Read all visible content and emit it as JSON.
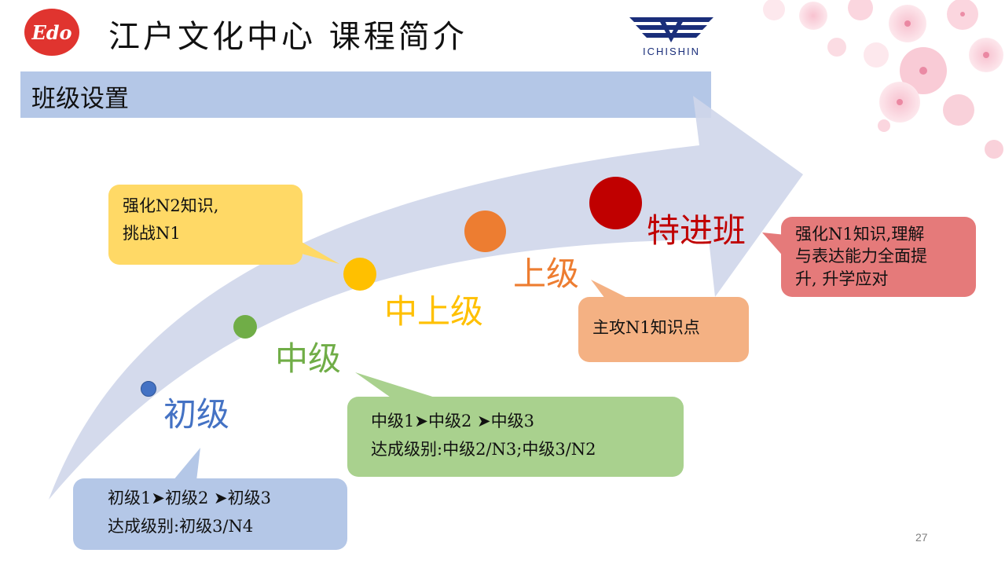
{
  "header": {
    "logo_text": "Edo",
    "title": "江户文化中心 课程简介",
    "partner_logo_text": "ICHISHIN"
  },
  "section": {
    "title": "班级设置"
  },
  "levels": {
    "beginner": "初级",
    "intermediate": "中级",
    "upper_intermediate": "中上级",
    "advanced": "上级",
    "special": "特进班"
  },
  "callouts": {
    "upper_intermediate": [
      "强化N2知识,",
      "挑战N1"
    ],
    "advanced": [
      "主攻N1知识点"
    ],
    "special": [
      "强化N1知识,理解",
      "与表达能力全面提",
      "升, 升学应对"
    ],
    "intermediate": [
      "中级1➤中级2 ➤中级3",
      "达成级别:中级2/N3;中级3/N2"
    ],
    "beginner": [
      "初级1➤初级2 ➤初级3",
      "达成级别:初级3/N4"
    ]
  },
  "colors": {
    "beginner": "#4472c4",
    "intermediate": "#70ad47",
    "upper_intermediate": "#ffc000",
    "advanced": "#ed7d31",
    "special": "#c00000",
    "arrow": "#cfd6ea",
    "section_bar": "#b4c7e7"
  },
  "page_number": "27"
}
